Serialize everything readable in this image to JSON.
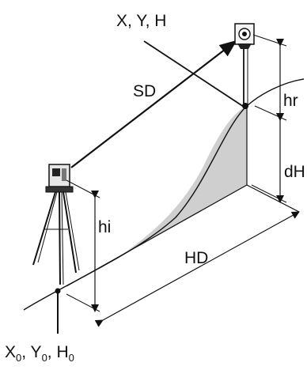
{
  "labels": {
    "target_coords": "X, Y, H",
    "slope_distance": "SD",
    "reflector_height": "hr",
    "height_difference": "dH",
    "instrument_height": "hi",
    "horizontal_distance": "HD",
    "station_coords": {
      "x": "X",
      "x_sub": "0",
      "y": "Y",
      "y_sub": "0",
      "h": "H",
      "h_sub": "0",
      "sep": ", "
    }
  },
  "colors": {
    "line": "#111111",
    "shade": "#cfcfcf"
  }
}
